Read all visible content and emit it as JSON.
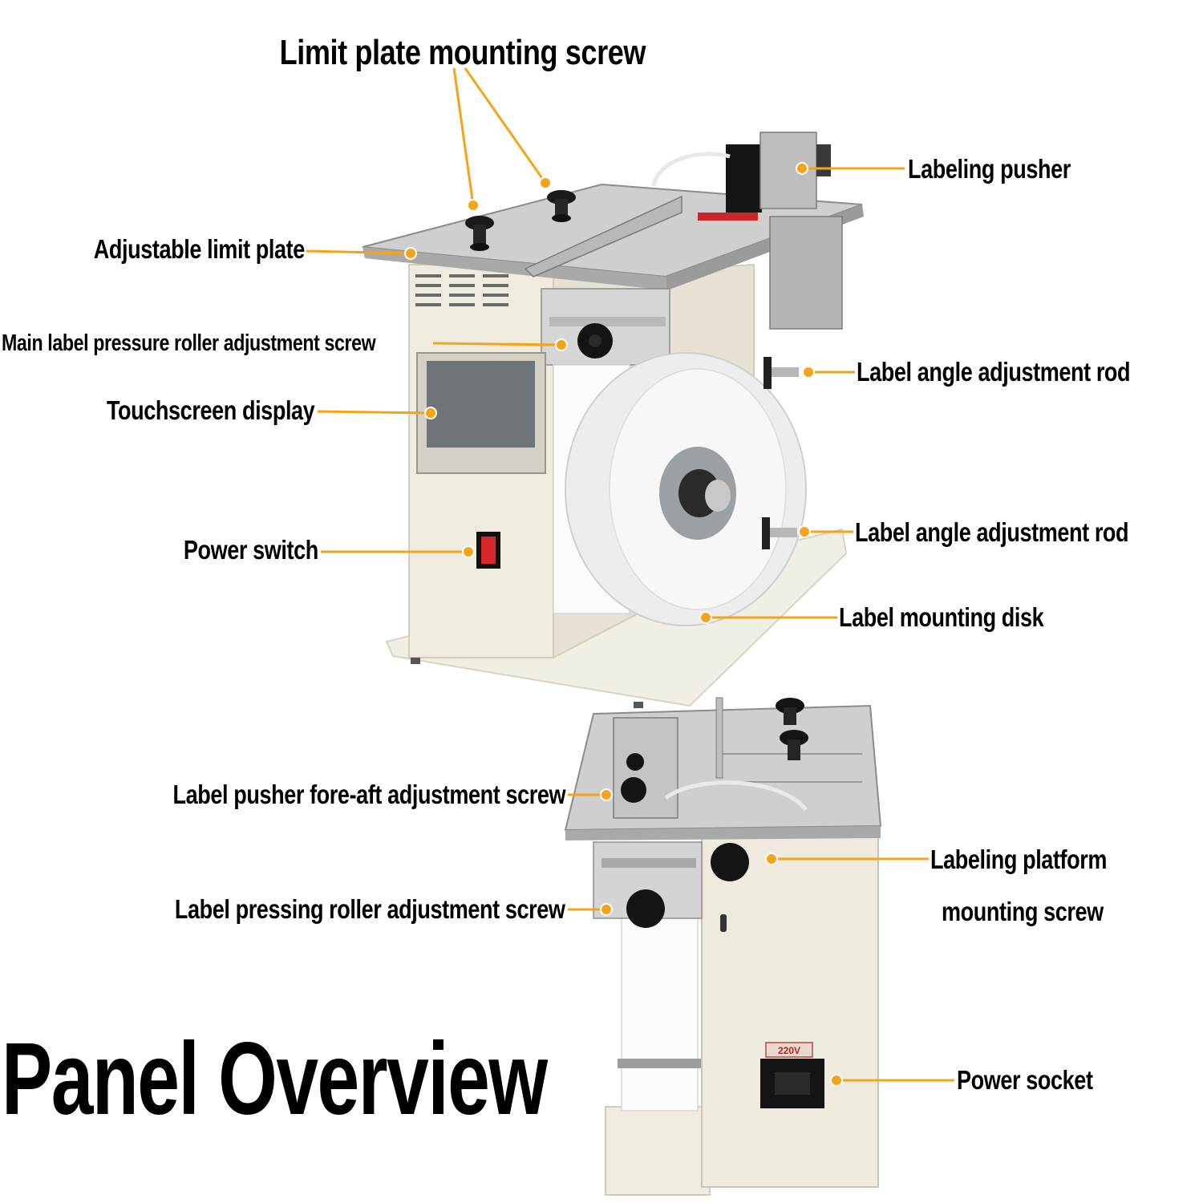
{
  "title": "Panel Overview",
  "colors": {
    "leader": "#f5a31a",
    "machine_body": "#eeeadd",
    "machine_shadow": "#d9d3c1",
    "steel": "#c9c9c9",
    "knob": "#1a1a1a",
    "switch": "#d8262a"
  },
  "labels": {
    "limit_plate_mounting_screw": "Limit plate mounting screw",
    "labeling_pusher": "Labeling pusher",
    "adjustable_limit_plate": "Adjustable limit plate",
    "main_label_pressure_roller_adjustment_screw": "Main label pressure roller adjustment screw",
    "label_angle_adjustment_rod_upper": "Label angle adjustment rod",
    "touchscreen_display": "Touchscreen display",
    "label_angle_adjustment_rod_lower": "Label angle adjustment rod",
    "power_switch": "Power switch",
    "label_mounting_disk": "Label mounting disk",
    "label_pusher_fore_aft_adjustment_screw": "Label pusher fore-aft adjustment screw",
    "labeling_platform_mounting_screw_line1": "Labeling platform",
    "labeling_platform_mounting_screw_line2": "mounting screw",
    "label_pressing_roller_adjustment_screw": "Label pressing roller adjustment screw",
    "power_socket": "Power socket",
    "voltage_tag": "220V"
  }
}
